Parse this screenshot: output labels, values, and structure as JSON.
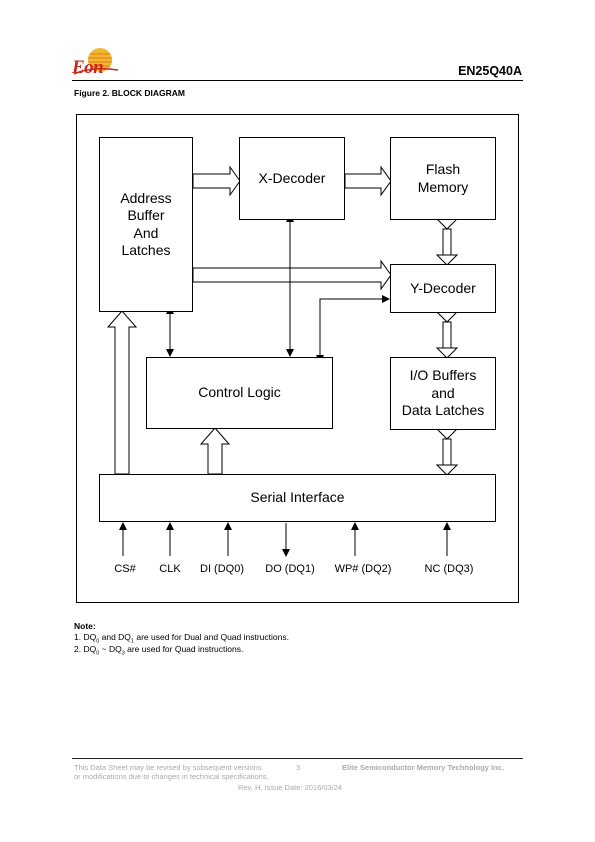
{
  "header": {
    "logo_text": "Eon",
    "doc_id": "EN25Q40A",
    "figure_caption": "Figure 2.  BLOCK DIAGRAM"
  },
  "blocks": {
    "address_buffer": "Address\nBuffer\nAnd\nLatches",
    "x_decoder": "X-Decoder",
    "flash_memory": "Flash\nMemory",
    "y_decoder": "Y-Decoder",
    "control_logic": "Control Logic",
    "io_buffers": "I/O Buffers\nand\nData Latches",
    "serial_interface": "Serial Interface"
  },
  "pins": [
    "CS#",
    "CLK",
    "DI (DQ0)",
    "DO (DQ1)",
    "WP# (DQ2)",
    "NC (DQ3)"
  ],
  "notes": {
    "title": "Note:",
    "line1_prefix": "1. DQ",
    "line1_sub_a": "0",
    "line1_mid": " and DQ",
    "line1_sub_b": "1",
    "line1_suffix": " are used for Dual and Quad instructions.",
    "line2_prefix": "2. DQ",
    "line2_sub_a": "0",
    "line2_mid": " ~ DQ",
    "line2_sub_b": "3",
    "line2_suffix": " are used for Quad instructions."
  },
  "footer": {
    "disclaimer_1": "This Data Sheet may be revised by subsequent versions",
    "disclaimer_2": "or modifications due to changes in technical specifications.",
    "page_number": "3",
    "company": "Elite Semiconductor Memory Technology Inc.",
    "revision": "Rev. H, Issue Date: 2016/03/24"
  },
  "colors": {
    "logo_red": "#c8281e",
    "logo_sun": "#f2b632",
    "footer_gray": "#aaaaaa"
  }
}
